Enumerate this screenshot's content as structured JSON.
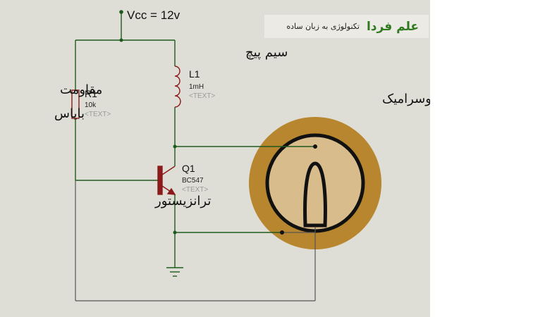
{
  "logo": {
    "brand": "علم فردا",
    "tagline": "تکنولوژی به زبان ساده",
    "brand_color": "#2f7a1f"
  },
  "labels": {
    "vcc": "Vcc = 12v",
    "coil_fa": "سیم پیچ",
    "resistor_fa_line1": "مقاومت",
    "resistor_fa_line2": "بایاس",
    "transistor_fa": "ترانزیستور",
    "piezo_fa": "پیزوسرامیک"
  },
  "components": {
    "r1": {
      "ref": "R1",
      "value": "10k",
      "text": "<TEXT>"
    },
    "l1": {
      "ref": "L1",
      "value": "1mH",
      "text": "<TEXT>"
    },
    "q1": {
      "ref": "Q1",
      "value": "BC547",
      "text": "<TEXT>"
    }
  },
  "colors": {
    "background": "#deded6",
    "wire": "#1e5a1e",
    "component": "#8b1a1a",
    "piezo_outer": "#b8862e",
    "piezo_inner": "#d8bc8c"
  }
}
